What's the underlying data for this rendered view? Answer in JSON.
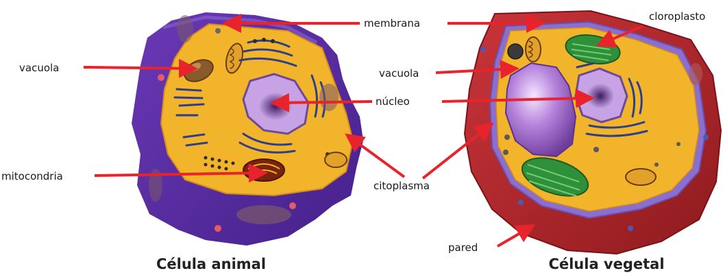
{
  "labels": {
    "membrana": "membrana",
    "cloroplasto": "cloroplasto",
    "vacuola_animal": "vacuola",
    "vacuola_vegetal": "vacuola",
    "nucleo": "núcleo",
    "mitocondria": "mitocondria",
    "citoplasma": "citoplasma",
    "pared": "pared"
  },
  "titles": {
    "animal": "Célula animal",
    "vegetal": "Célula vegetal"
  },
  "colors": {
    "arrow": "#e8232b",
    "animal_membrane": "#5a2b9c",
    "cytoplasm": "#f2b42a",
    "nucleus": "#b98ad6",
    "plant_wall": "#b8262a",
    "chloroplast": "#2f8f3a",
    "vacuole_plant": "#a06ad0"
  }
}
